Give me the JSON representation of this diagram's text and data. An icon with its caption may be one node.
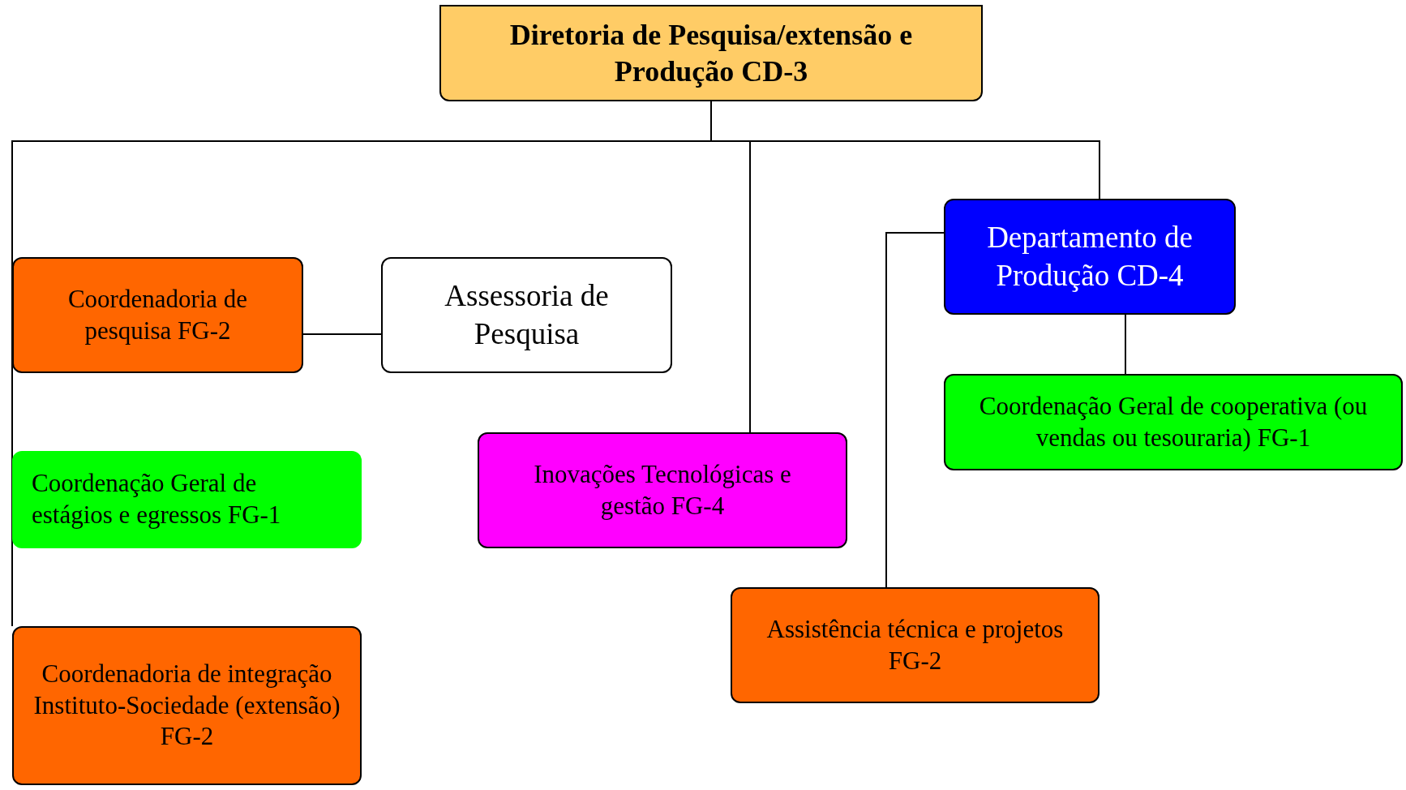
{
  "diagram": {
    "nodes": [
      {
        "text": [
          "Diretoria de Pesquisa/extensão e Produção CD-3"
        ]
      },
      {
        "text": [
          "Coordenadoria de pesquisa FG-2"
        ]
      },
      {
        "text": [
          "Assessoria de Pesquisa"
        ]
      },
      {
        "text": [
          "Coordenação Geral de estágios e egressos FG-1"
        ]
      },
      {
        "text": [
          "Inovações Tecnológicas e gestão FG-4"
        ]
      },
      {
        "text": [
          "Departamento de Produção CD-4"
        ]
      },
      {
        "text": [
          "Coordenação Geral de cooperativa (ou vendas ou tesouraria) FG-1"
        ]
      },
      {
        "text": [
          "Assistência técnica e projetos FG-2"
        ]
      },
      {
        "text": [
          "Coordenadoria de integração Instituto-Sociedade (extensão) FG-2"
        ]
      }
    ],
    "edges": [
      {
        "from": 0,
        "to": 1,
        "arrow": "none"
      },
      {
        "from": 0,
        "to": 3,
        "arrow": "none"
      },
      {
        "from": 0,
        "to": 8,
        "arrow": "none"
      },
      {
        "from": 0,
        "to": 4,
        "arrow": "none"
      },
      {
        "from": 0,
        "to": 5,
        "arrow": "none"
      },
      {
        "from": 1,
        "to": 2,
        "arrow": "none"
      },
      {
        "from": 5,
        "to": 6,
        "arrow": "none"
      },
      {
        "from": 5,
        "to": 7,
        "arrow": "none"
      }
    ]
  }
}
